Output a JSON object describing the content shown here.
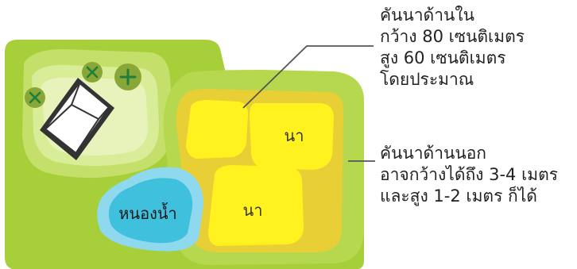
{
  "labels": {
    "field_upper": "นา",
    "field_lower": "นา",
    "pond": "หนองน้ำ"
  },
  "annotations": {
    "inner_dike": [
      "คันนาด้านใน",
      "กว้าง 80 เซนติเมตร",
      "สูง 60 เซนติเมตร",
      "โดยประมาณ"
    ],
    "outer_dike": [
      "คันนาด้านนอก",
      "อาจกว้างได้ถึง 3-4 เมตร",
      "และสูง 1-2 เมตร ก็ได้"
    ]
  },
  "colors": {
    "land": "#a6cf3a",
    "land_light": "#c4e06a",
    "land_lighter": "#d9ec98",
    "land_lightest": "#e8f3bc",
    "dike_outer": "#b5d84f",
    "dike_inner": "#e7cf35",
    "rice_field": "#fff21f",
    "pond": "#3fc0dd",
    "pond_edge": "#8fd9ee",
    "tree": "#8aa638",
    "tree_mark": "#1e7f3a",
    "leader_line": "#555555"
  }
}
